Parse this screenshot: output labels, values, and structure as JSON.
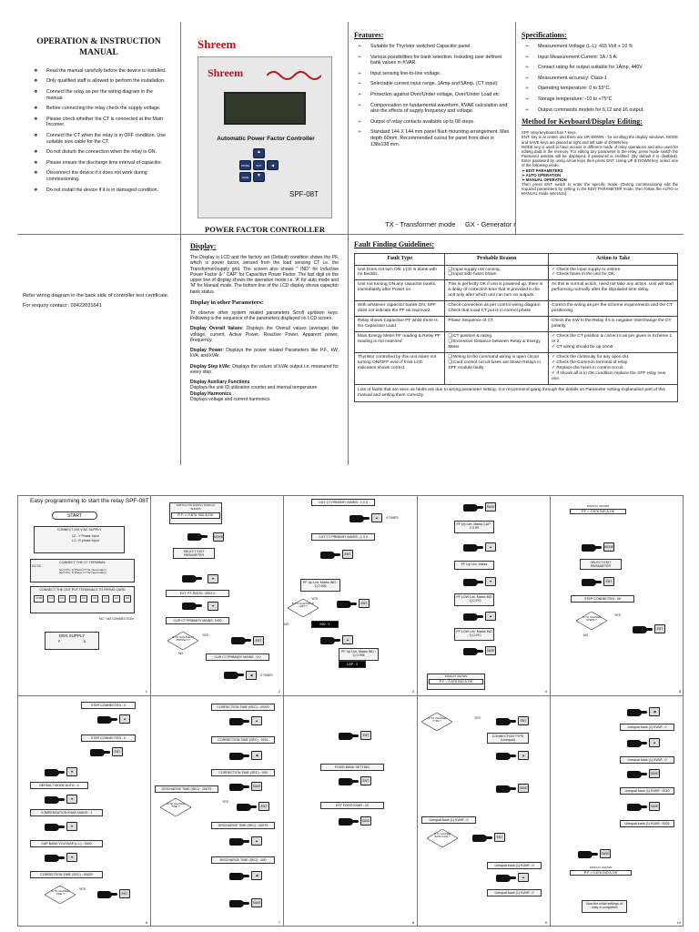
{
  "operation": {
    "title_line1": "OPERATION & INSTRUCTION",
    "title_line2": "MANUAL",
    "items": [
      "Read the manual carefully before the device is installed.",
      "Only qualified staff is allowed to perform the installation.",
      "Connect the relay as per the wiring diagram in the manual.",
      "Before connecting the relay check the supply voltage.",
      "Please check whether the CT is connected at the Main Incomer.",
      "Connect the CT when the relay is in OFF condition. Use suitable size cable for the CT.",
      "Do not disturb the connection when the relay is ON.",
      "Please ensure the discharge time interval of capacitor.",
      "Disconnect the device if it does not work during commissioning.",
      "Do not install the device if it is in damaged condition."
    ]
  },
  "device": {
    "brand": "Shreem",
    "panel_brand": "Shreem",
    "panel_label": "Automatic Power Factor Controller",
    "model": "SPF-08T",
    "caption": "POWER FACTOR CONTROLLER",
    "key_up": "▲",
    "key_down": "▼",
    "key_mode": "MODE",
    "key_ent": "ENT",
    "key_save": "SAVE",
    "key_left": "◀"
  },
  "features": {
    "title": "Features:",
    "items": [
      "Suitable for Thyristor  switched Capacitor panel.",
      "Various possibilities for bank selection. Including user defined bank values in KVAR.",
      "Input sensing line-to-line voltage.",
      "Selectable current input range. 1Amp and 5Amp. (CT input)",
      "Protection against Over/Under voltage, Over/Under Load etc",
      "Compensation on fundamental waveform, KVAR calculation and also the effects of supply frequency and voltage.",
      " Output of relay contacts available up to 08 steps.",
      "Standard 144 X 144 mm panel flush mounting arrangement. Max depth 60mm. Recommended cutout for panel front door is 138x138 mm."
    ],
    "footer": "TX - Transformer mode     GX - Generator mode"
  },
  "specs": {
    "title": "Specifications:",
    "items": [
      "Measurement Voltage (L-L): 415 Volt + 10 %",
      "Input Measurement Current: 1A / 5 A.",
      "Contact rating for output suitable for 1Amp, 440V",
      "Measurement accuracy: Class-1",
      "Operating temperature: 0 to 55°C.",
      "Storage temperature: -10 to +75°C",
      "Output commands models for 6,12 and 16 output."
    ],
    "kbd_title": "Method for Keyboard/Display Editing:",
    "kbd_text1": "SPF relay keyboard has 7 keys.",
    "kbd_text2": "ENT: key is at center and there are  UP, DOWN - for scrolling the display windows.  MODE and SAVE keys  are placed at right and left side of DOWN key.",
    "kbd_text3": "MODE key is used to have access in different mode of relay operations and also used for  editing data in the memory. For  editing   any parameter in the relay, press mode switch the Password window will be displayed, if password is enabled. (By default it is disabled). Enter password by using arrow keys then press ENT.  Using UP & DOWN key, select one of the following mode.",
    "modes": [
      "EDIT PARAMETERS",
      "AUTO OPERATION",
      "MANUAL OPERATION"
    ],
    "kbd_text4": "Then press ENT switch to enter the specific mode. (During commissioning edit the required parameters by setting in the EDIT PARAMETER mode, then follow the AUTO or MANUAL mode selection)."
  },
  "back": {
    "line1": "Refer wiring diagram in the back side of controller test certificate.",
    "line2": "For enquiry contact : 09422031641"
  },
  "display": {
    "title": "Display:",
    "p1": "The Display is LCD and the factory set (Default) condition shows the PF, which is power factor, sensed from the load sensing CT i.e. the Transformer/supply grid.  The screen also shows \" IND\" for Inductive Power Factor & \" CAP\" for Capacitive Power Factor. The last digit on the upper line of display shows the operation mode i.e.  'A' for auto mode and 'M' for Manual mode. The bottom line of the LCD display shows capacitor bank status.",
    "h_other": "Display in other Parameters:",
    "p_other": "To observe other system related parameters Scroll up/down keys. Following is the sequence of the parameters displayed on LCD screen.",
    "h_overall": "Display Overall Values",
    "p_overall": ": Displays the Overall values (average) like voltage, current, Active Power, Reactive Power, Apparent power, Frequency.",
    "h_power": "Display Power",
    "p_power": ": Displays the power related Parameters like P.F., kW, kVA, and kVAr.",
    "h_step": "Display Step kVAr",
    "p_step": ": Displays the values of kVAr output i.e. measured for every step.",
    "h_aux": "Display Auxiliary Functions",
    "p_aux": "Displays the unit ID,utilization counter and internal temperature",
    "h_harm": "Display Harmonics",
    "p_harm": "Displays voltage and current harmonics"
  },
  "fault": {
    "title": "Fault Finding Guidelines:",
    "headers": [
      "Fault Type",
      "Probable Reason",
      "Action to Take"
    ],
    "rows": [
      {
        "type": "Unit Does not turn ON. LCD is blank with no Backlit.",
        "reason": [
          "Input supply not coming.",
          "Input side fuses blown"
        ],
        "action": [
          "Check the input supply to restore",
          "Check fuses in the unit for OK."
        ]
      },
      {
        "type": "Unit not turning ON any capacitor banks, immediately after Power on",
        "reason": [
          "This is perfectly OK if unit is powered up, there is a delay of correction time that is provided in the unit only after which unit can turn on outputs."
        ],
        "action": [
          "As this is normal action, need not take any action. Unit will start performing normally after the stipulated time delay."
        ]
      },
      {
        "type": "With whatever capacitor banks ON, SPF does not indicate the PF as improved.",
        "reason": [
          "Check connection as per control wiring diagram. Check that Load CT put is in correct phase"
        ],
        "action": [
          "Correct the wiring as per the scheme requirements and the CT positioning."
        ]
      },
      {
        "type": "Relay shows Capacitive PF while there is No Capacitive Load",
        "reason": [
          "Phase Sequence of CT"
        ],
        "action": [
          "Check the KW in the Relay if it is negative Interchange the CT polarity."
        ]
      },
      {
        "type": "Main Energy Meter PF reading & Relay PF reading is not matched",
        "reason": [
          "CT position & rating",
          "Excessive Distance between Relay & Energy Meter"
        ],
        "action": [
          "Check the CT position & correct it as per given in Scheme 1 or 2.",
          "CT wiring should be up 10mtr."
        ]
      },
      {
        "type": "Thyristor controlled by this unit is/are not turning ON/OFF even if front LCD indication shows correct.",
        "reason": [
          "Wiring to the command wiring is open circuit",
          "Card control circuit fuses are blown Relays in SPF module faulty"
        ],
        "action": [
          "Check the continuity for any open ckt.",
          "Check the Common terminal of relay.",
          "Replace the fuses in control circuit.",
          "If shows all is in OK condition replace the SPF relay new one."
        ]
      }
    ],
    "note": "Lots of faults that are seen as faults are due to wrong parameter setting. It is recommend going through the details on Parameter setting explanation part of this manual and setting them correctly."
  },
  "flow": {
    "heading": "Easy programming to start the relay SPF-08T",
    "p1": {
      "start": "START",
      "ac": "CONNECT 415 V AC SUPPLY",
      "l2": "L2 - Y Phase Input",
      "l1": "L1 - R phase Input",
      "ct": "CONNECT THE CT TERMINAL",
      "s1s2": "S1  S2",
      "ct_note1": "S1(Y-Ph): N Phase CT S1 (Secondary)",
      "ct_note2": "S2(Y-Ph): N Phase CT S2 (Secondary)",
      "out": "CONNECT THE OUT PUT TERMINALS TO FIRING CARD",
      "terms": [
        "COM",
        "C1",
        "C2",
        "C3",
        "C4",
        "C5",
        "C6",
        "C7",
        "C8"
      ],
      "nc": "NC : NO CONNECTION",
      "gen": "GEN SUPPLY",
      "p": "P",
      "n": "N",
      "num": "1"
    },
    "p2": {
      "switch": "SWITCH ON SUPPLY DISPLAY SHOWS",
      "pf": "P.F.  = 0.876 IND  A  OK",
      "mode": "MODE",
      "sel": "SELECT EDIT PARAMETER",
      "ext": "EXT. PT RATIO : 0001 0",
      "cur": "CUR CT PRIMARY MAINS: 1000",
      "q": "IS TO CHANGE CT PRIMARY ?",
      "yes": "YES",
      "no": "NO",
      "ent": "ENT",
      "cur2": "CUR CT PRIMARY MAINS : 0 0",
      "times": "2 TIMES",
      "num": "2"
    },
    "p3": {
      "c1": "CUT CT PRIMARY MAINS : 1 0 0",
      "times": "4 TIMES",
      "c2": "CUT CT PRIMARY MAINS : 1 0 0",
      "pf1": "PF Up Lim.   Marks IND : 1]    0.998",
      "q": "IS TO CHANGE UP LIMIT ?",
      "yes": "YES",
      "no": "NO",
      "ind": "IND : 1",
      "pf2": "PF Up Lim.   Marks IND : 1]    0.998",
      "cap": "CAP : 0",
      "num": "3"
    },
    "p4": {
      "pf1": "PF Up Lim.   Marks CAP : 0    0.99",
      "seq": "PF Up Lim.   Marks",
      "pf2": "PF LOW Lim.   Marks IND : 1]    0.970",
      "pf3": "PF LOW Lim.   Marks IND : 1]    0.970",
      "disp": "DISPLAY SHOWS",
      "pf": "P.F  = 0.876 IND  A  OK",
      "save": "SAVE",
      "num": "4"
    },
    "p5": {
      "disp": "DISPLAY SHOWS",
      "pf": "P.F  = 0.876 IND  A  OK",
      "mode": "MODE",
      "sel": "SELECT EDIT PARAMETER",
      "step": "STEP CONNECTED : 06",
      "q": "IS TO CHANGE STEPS ?",
      "yes": "YES",
      "no": "NO",
      "ent": "ENT",
      "num": "5"
    },
    "p6": {
      "s1": "STEP CONNECTED : 0",
      "s2": "STEP CONNECTED : 0",
      "d1": "DEFAULT MODE AUTO : 0",
      "comp": "COMPENSATION KVAR MAINS : 1",
      "cap": "CAP BANK VOLTAGE (L-L) : 0400",
      "corr": "CORRECTION TIME (SEC) : 00020",
      "q": "IS TO CHANGE TIME ?",
      "yes": "YES",
      "num": "6"
    },
    "p7": {
      "c1": "CORRECTION TIME (SEC) : 00020",
      "c2": "CORRECTION TIME (SEC) : 0001",
      "c3": "CORRECTION TIME (SEC) : 000",
      "dis": "DISCHARGE TIME (SEC) : 00075",
      "q": "IS TO CHANGE TIME ?",
      "yes": "YES",
      "d2": "DISCHARGE TIME (SEC) : 00075",
      "d3": "DISCHARGE TIME (SEC) : 000",
      "num": "7"
    },
    "p8": {
      "fixed": "FIXED BANK SETTING",
      "ext": "EXT FIXED KVAR : 20",
      "num": "8"
    },
    "p9": {
      "q1": "IS TO CHANGE TYPE ?",
      "yes": "YES",
      "conn": "CONNECTION TYPE (Unequal)",
      "unequal": "Unequal bank (1) KVAR : 0",
      "q2": "IS TO CHANGE BANK KVAR ?",
      "b2": "Unequal bank (1) KVAR : 0",
      "b3": "Unequal bank (1) KVAR : 0",
      "num": "9"
    },
    "p10": {
      "b1": "Unequal bank (1) KVAR : 0",
      "b2": "Unequal bank (1) KVAR : 0",
      "b3": "Unequal bank (1) KVAR : 0010",
      "b4": "Unequal bank (1) KVAR : 0025",
      "disp": "DISPLAY SHOWS",
      "pf": "P.F  = 0.876 IND  A  OK",
      "note": "Now the initial settings of relay is completed",
      "num": "10"
    }
  }
}
